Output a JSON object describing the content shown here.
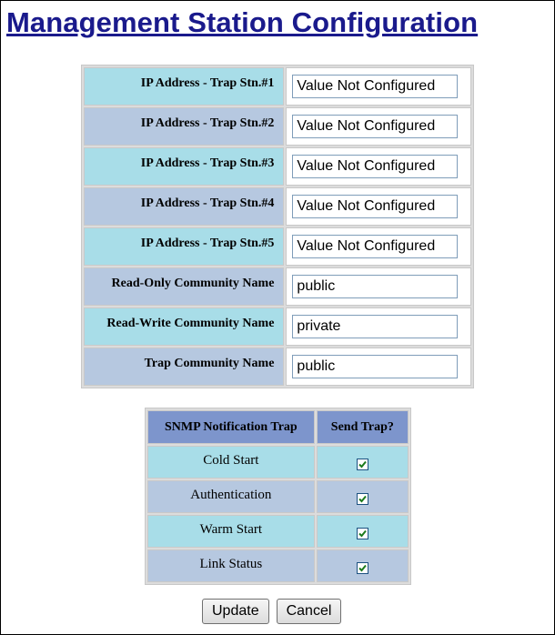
{
  "page_title": "Management Station Configuration",
  "config_rows": [
    {
      "label": "IP Address - Trap Stn.#1",
      "value": "Value Not Configured"
    },
    {
      "label": "IP Address - Trap Stn.#2",
      "value": "Value Not Configured"
    },
    {
      "label": "IP Address - Trap Stn.#3",
      "value": "Value Not Configured"
    },
    {
      "label": "IP Address - Trap Stn.#4",
      "value": "Value Not Configured"
    },
    {
      "label": "IP Address - Trap Stn.#5",
      "value": "Value Not Configured"
    },
    {
      "label": "Read-Only Community Name",
      "value": "public"
    },
    {
      "label": "Read-Write Community Name",
      "value": "private"
    },
    {
      "label": "Trap Community Name",
      "value": "public"
    }
  ],
  "trap_table": {
    "col_notification": "SNMP Notification Trap",
    "col_send": "Send Trap?",
    "rows": [
      {
        "name": "Cold Start",
        "checked": true
      },
      {
        "name": "Authentication",
        "checked": true
      },
      {
        "name": "Warm Start",
        "checked": true
      },
      {
        "name": "Link Status",
        "checked": true
      }
    ]
  },
  "buttons": {
    "update": "Update",
    "cancel": "Cancel"
  },
  "colors": {
    "title": "#1a1a8c",
    "row_cyan": "#a8dde8",
    "row_blue": "#b6c8e0",
    "header_blue": "#7d95cc"
  },
  "icons": {
    "checkbox": "checkmark-icon"
  }
}
